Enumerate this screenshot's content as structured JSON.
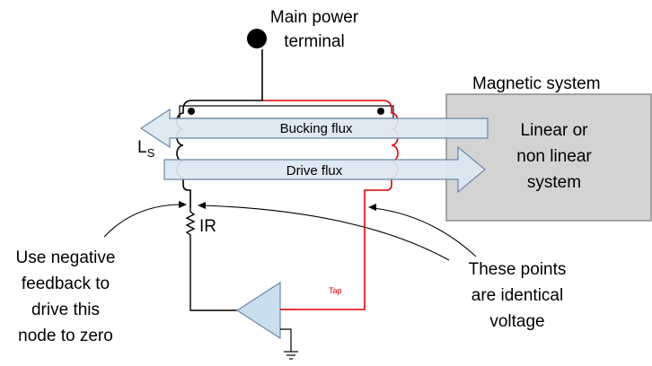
{
  "labels": {
    "main_power_line1": "Main power",
    "main_power_line2": "terminal",
    "magnetic_system": "Magnetic system",
    "system_line1": "Linear or",
    "system_line2": "non linear",
    "system_line3": "system",
    "bucking_flux": "Bucking flux",
    "drive_flux": "Drive flux",
    "ls_main": "L",
    "ls_sub": "S",
    "ir": "IR",
    "tap": "Tap",
    "left_note": [
      "Use negative",
      "feedback to",
      "drive this",
      "node to zero"
    ],
    "right_note": [
      "These points",
      "are identical",
      "voltage"
    ]
  },
  "colors": {
    "primary_wire": "#000000",
    "secondary_wire": "#e00000",
    "flux_arrow_fill": "#dbe7f3",
    "flux_arrow_stroke": "#6d87a4",
    "magnetic_box_fill": "#d3d3d3",
    "magnetic_box_stroke": "#7a7a7a",
    "amplifier_fill": "#c9dff0",
    "amplifier_stroke": "#6d87a4"
  }
}
